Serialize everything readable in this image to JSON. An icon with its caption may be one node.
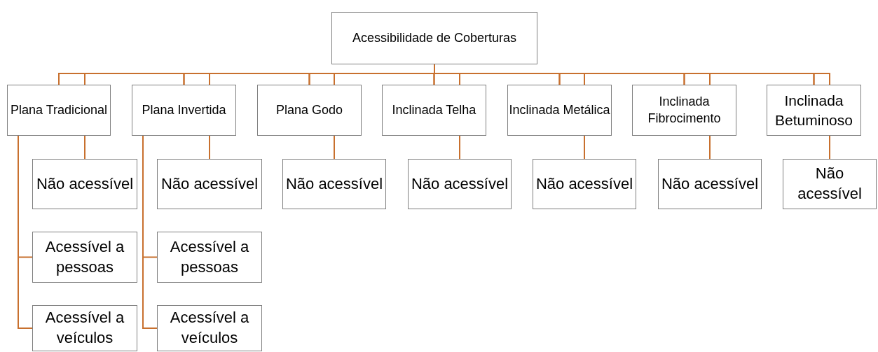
{
  "diagram": {
    "nodes": [
      {
        "text": [
          "Acessibilidade de Coberturas"
        ]
      },
      {
        "text": [
          "Plana Tradicional"
        ]
      },
      {
        "text": [
          "Plana Invertida"
        ]
      },
      {
        "text": [
          "Plana Godo"
        ]
      },
      {
        "text": [
          "Inclinada Telha"
        ]
      },
      {
        "text": [
          "Inclinada Metálica"
        ]
      },
      {
        "text": [
          "Inclinada Fibrocimento"
        ]
      },
      {
        "text": [
          "Inclinada Betuminoso"
        ]
      },
      {
        "text": [
          "Não acessível"
        ]
      },
      {
        "text": [
          "Acessível a pessoas"
        ]
      },
      {
        "text": [
          "Acessível a veículos"
        ]
      },
      {
        "text": [
          "Não acessível"
        ]
      },
      {
        "text": [
          "Acessível a pessoas"
        ]
      },
      {
        "text": [
          "Acessível a veículos"
        ]
      },
      {
        "text": [
          "Não acessível"
        ]
      },
      {
        "text": [
          "Não acessível"
        ]
      },
      {
        "text": [
          "Não acessível"
        ]
      },
      {
        "text": [
          "Não acessível"
        ]
      },
      {
        "text": [
          "Não acessível"
        ]
      }
    ],
    "edges": [
      {
        "from": 0,
        "to": 1,
        "arrow": "none"
      },
      {
        "from": 0,
        "to": 2,
        "arrow": "none"
      },
      {
        "from": 0,
        "to": 3,
        "arrow": "none"
      },
      {
        "from": 0,
        "to": 4,
        "arrow": "none"
      },
      {
        "from": 0,
        "to": 5,
        "arrow": "none"
      },
      {
        "from": 0,
        "to": 6,
        "arrow": "none"
      },
      {
        "from": 0,
        "to": 7,
        "arrow": "none"
      },
      {
        "from": 1,
        "to": 8,
        "arrow": "none"
      },
      {
        "from": 1,
        "to": 9,
        "arrow": "none"
      },
      {
        "from": 1,
        "to": 10,
        "arrow": "none"
      },
      {
        "from": 2,
        "to": 11,
        "arrow": "none"
      },
      {
        "from": 2,
        "to": 12,
        "arrow": "none"
      },
      {
        "from": 2,
        "to": 13,
        "arrow": "none"
      },
      {
        "from": 3,
        "to": 14,
        "arrow": "none"
      },
      {
        "from": 4,
        "to": 15,
        "arrow": "none"
      },
      {
        "from": 5,
        "to": 16,
        "arrow": "none"
      },
      {
        "from": 6,
        "to": 17,
        "arrow": "none"
      },
      {
        "from": 7,
        "to": 18,
        "arrow": "none"
      }
    ]
  }
}
